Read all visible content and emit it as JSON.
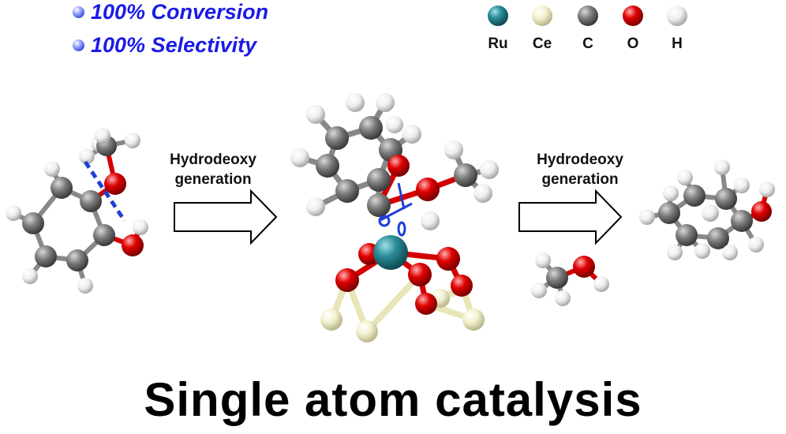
{
  "claims": [
    {
      "text": "100% Conversion"
    },
    {
      "text": "100% Selectivity"
    }
  ],
  "legend": [
    {
      "symbol": "Ru",
      "color": "#2a8c99"
    },
    {
      "symbol": "Ce",
      "color": "#f2f0cc"
    },
    {
      "symbol": "C",
      "color": "#7a7a7a"
    },
    {
      "symbol": "O",
      "color": "#e00000"
    },
    {
      "symbol": "H",
      "color": "#f4f4f4"
    }
  ],
  "steps": [
    {
      "label": "Hydrodeoxy\ngeneration"
    },
    {
      "label": "Hydrodeoxy\ngeneration"
    }
  ],
  "title": "Single atom catalysis",
  "colors": {
    "claim_text": "#1a1ae6",
    "bond_cleavage": "#1f3fd6",
    "bond_gray": "#888888",
    "bond_red": "#d40000",
    "bond_ce": "#e8e6b8"
  }
}
